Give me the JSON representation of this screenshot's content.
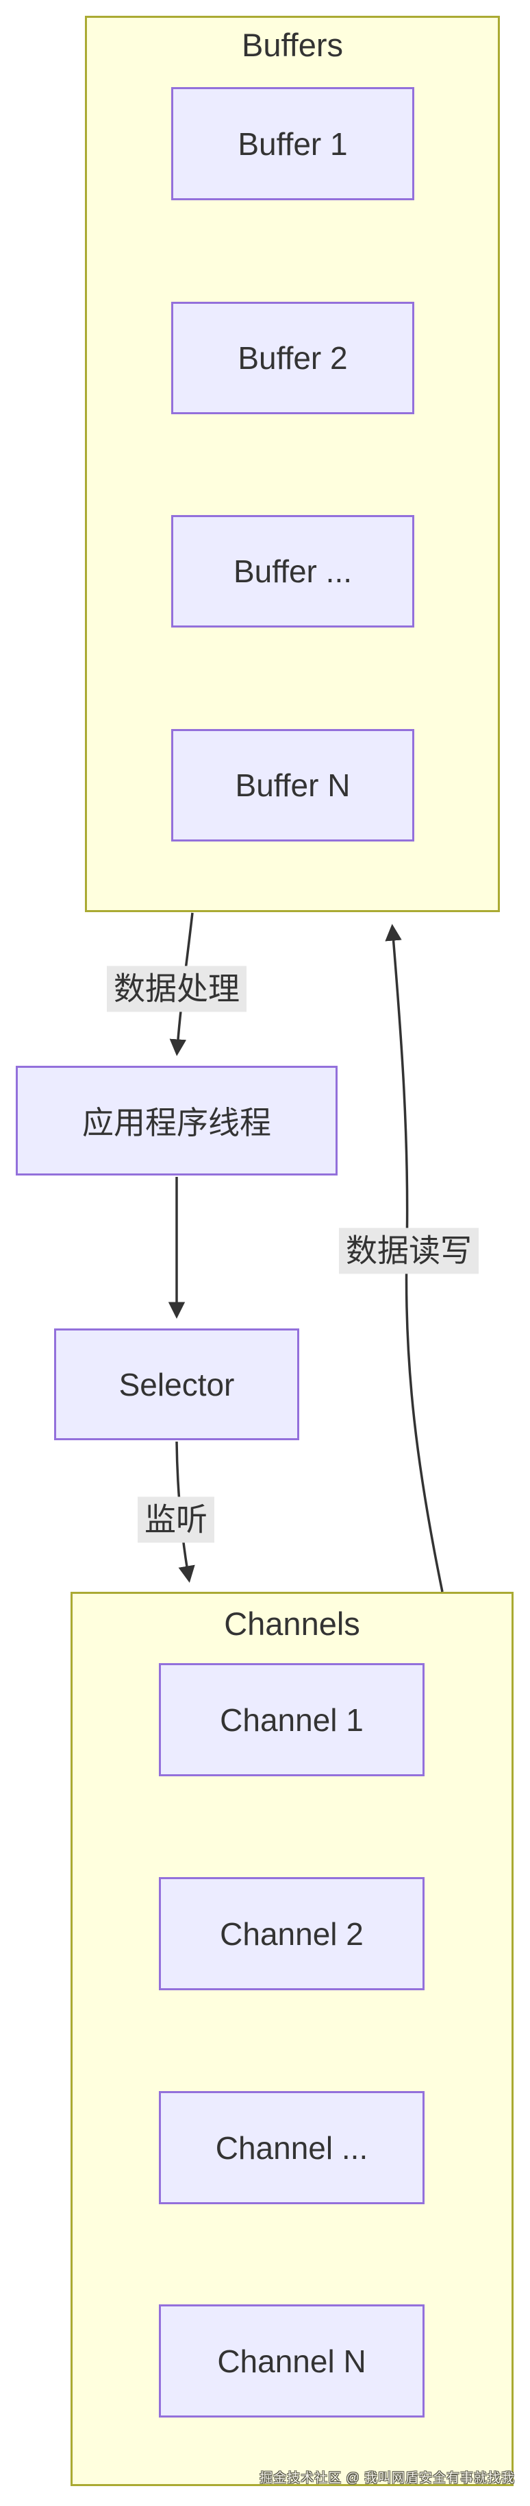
{
  "diagram": {
    "clusters": [
      {
        "id": "buffers",
        "title": "Buffers",
        "nodes": [
          {
            "label": "Buffer 1"
          },
          {
            "label": "Buffer 2"
          },
          {
            "label": "Buffer ..."
          },
          {
            "label": "Buffer N"
          }
        ]
      },
      {
        "id": "channels",
        "title": "Channels",
        "nodes": [
          {
            "label": "Channel 1"
          },
          {
            "label": "Channel 2"
          },
          {
            "label": "Channel ..."
          },
          {
            "label": "Channel N"
          }
        ]
      }
    ],
    "nodes": [
      {
        "label": "应用程序线程"
      },
      {
        "label": "Selector"
      }
    ],
    "edges": [
      {
        "from": "Buffers",
        "to": "应用程序线程",
        "label": "数据处理"
      },
      {
        "from": "应用程序线程",
        "to": "Selector",
        "label": ""
      },
      {
        "from": "Selector",
        "to": "Channels",
        "label": "监听"
      },
      {
        "from": "Channels",
        "to": "Buffers",
        "label": "数据读写"
      }
    ],
    "watermark": "掘金技术社区 @ 我叫网盾安全有事就找我",
    "colors": {
      "cluster_fill": "#ffffde",
      "cluster_border": "#aaaa33",
      "node_fill": "#ececff",
      "node_border": "#9370db",
      "text": "#333333",
      "edge_stroke": "#333333",
      "edge_label_bg": "#e8e8e8",
      "background": "#ffffff"
    }
  }
}
